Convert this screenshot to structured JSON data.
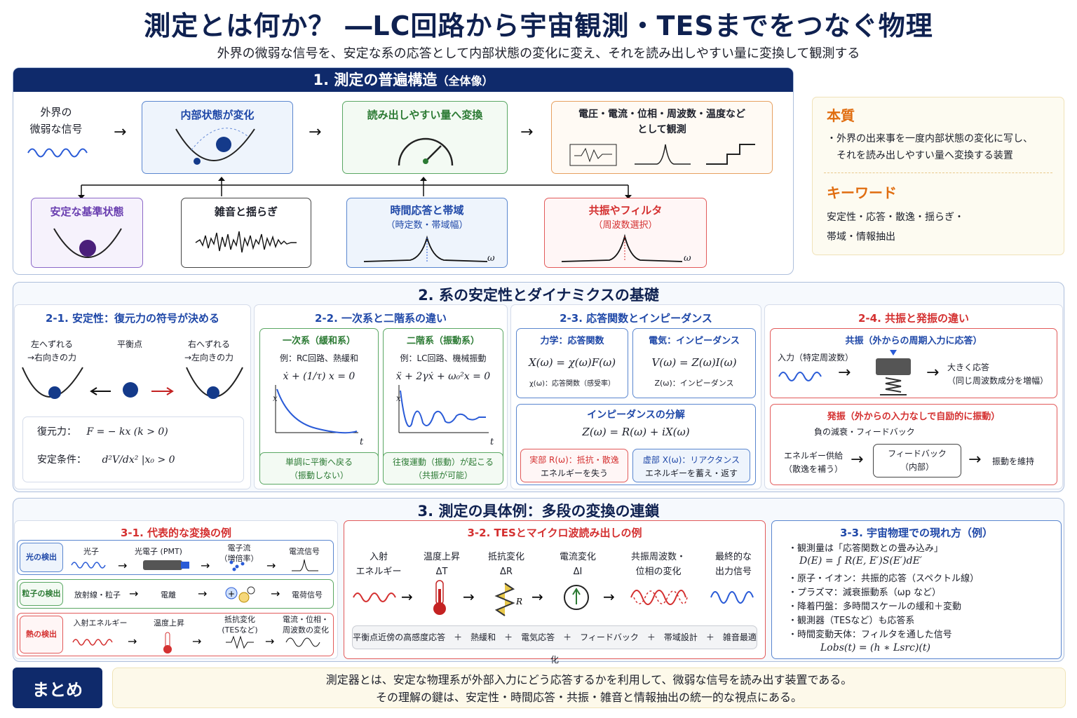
{
  "title": "測定とは何か？ ―LC回路から宇宙観測・TESまでをつなぐ物理",
  "subtitle": "外界の微弱な信号を、安定な系の応答として内部状態の変化に変え、それを読み出しやすい量に変換して観測する",
  "s1": {
    "header": "1. 測定の普遍構造",
    "header_note": "（全体像）",
    "input": "外界の\n微弱な信号",
    "internal": "内部状態が変化",
    "readout": "読み出しやすい量へ変換",
    "observe": "電圧・電流・位相・周波数・温度など\nとして観測",
    "stable": "安定な基準状態",
    "noise": "雑音と揺らぎ",
    "time": "時間応答と帯域",
    "time_sub": "（時定数・帯域幅）",
    "res": "共振やフィルタ",
    "res_sub": "（周波数選択）",
    "omega": "ω"
  },
  "essence": {
    "title": "本質",
    "text": "・外界の出来事を一度内部状態の変化に写し、\n　それを読み出しやすい量へ変換する装置",
    "kw_title": "キーワード",
    "kw": "安定性・応答・散逸・揺らぎ・\n帯域・情報抽出"
  },
  "s2": {
    "header": "2. 系の安定性とダイナミクスの基礎",
    "a": {
      "title": "2-1. 安定性：復元力の符号が決める",
      "left": "左へずれる\n→右向きの力",
      "center": "平衡点",
      "right": "右へずれる\n→左向きの力",
      "restore_label": "復元力：",
      "restore": "F = − kx (k > 0)",
      "cond_label": "安定条件：",
      "cond": "d²V/dx² |x₀ > 0"
    },
    "b": {
      "title": "2-2. 一次系と二階系の違い",
      "first": "一次系（緩和系）",
      "first_ex": "例：RC回路、熱緩和",
      "first_eq": "ẋ + (1/τ) x = 0",
      "first_note": "単調に平衡へ戻る\n（振動しない）",
      "second": "二階系（振動系）",
      "second_ex": "例：LC回路、機械振動",
      "second_eq": "ẍ + 2γẋ + ω₀²x = 0",
      "second_note": "往復運動（振動）が起こる\n（共振が可能）",
      "x": "x",
      "t": "t"
    },
    "c": {
      "title": "2-3. 応答関数とインピーダンス",
      "mech": "力学：応答関数",
      "mech_eq": "X(ω) = χ(ω)F(ω)",
      "mech_note": "χ(ω)：応答関数（感受率）",
      "elec": "電気：インピーダンス",
      "elec_eq": "V(ω) = Z(ω)I(ω)",
      "elec_note": "Z(ω)：インピーダンス",
      "decomp": "インピーダンスの分解",
      "decomp_eq": "Z(ω) = R(ω) + iX(ω)",
      "real": "実部 R(ω)：抵抗・散逸",
      "real_note": "エネルギーを失う",
      "imag": "虚部 X(ω)：リアクタンス",
      "imag_note": "エネルギーを蓄え・返す"
    },
    "d": {
      "title": "2-4. 共振と発振の違い",
      "res": "共振（外からの周期入力に応答）",
      "res_in": "入力（特定周波数）",
      "res_out": "大きく応答\n（同じ周波数成分を増幅）",
      "osc": "発振（外からの入力なしで自励的に振動）",
      "osc_sub": "負の減衰・フィードバック",
      "osc_in": "エネルギー供給\n（散逸を補う）",
      "osc_fb": "フィードバック\n（内部）",
      "osc_out": "振動を維持"
    }
  },
  "s3": {
    "header": "3. 測定の具体例：多段の変換の連鎖",
    "a": {
      "title": "3-1. 代表的な変換の例",
      "rows": [
        {
          "label": "光の検出",
          "steps": [
            "光子",
            "光電子 (PMT)",
            "電子流\n（増倍率）",
            "電流信号"
          ]
        },
        {
          "label": "粒子の検出",
          "steps": [
            "放射線・粒子",
            "電離",
            "",
            "電荷信号"
          ]
        },
        {
          "label": "熱の検出",
          "steps": [
            "入射エネルギー",
            "温度上昇",
            "抵抗変化\n(TESなど)",
            "電流・位相・\n周波数の変化"
          ]
        }
      ]
    },
    "b": {
      "title": "3-2. TESとマイクロ波読み出しの例",
      "steps": [
        "入射\nエネルギー",
        "温度上昇\nΔT",
        "抵抗変化\nΔR",
        "電流変化\nΔI",
        "共振周波数・\n位相の変化",
        "最終的な\n出力信号"
      ],
      "footer": "平衡点近傍の高感度応答　＋　熱緩和　＋　電気応答　＋　フィードバック　＋　帯域設計　＋　雑音最適化",
      "R": "R"
    },
    "c": {
      "title": "3-3. 宇宙物理での現れ方（例）",
      "items": [
        "・観測量は「応答関数との畳み込み」",
        "D(E) = ∫ R(E, E′)S(E′)dE′",
        "・原子・イオン：共振的応答（スペクトル線）",
        "・プラズマ：減衰振動系（ωp など）",
        "・降着円盤：多時間スケールの緩和＋変動",
        "・観測器（TESなど）も応答系",
        "・時間変動天体：フィルタを通した信号",
        "Lobs(t) = (h ∗ Lsrc)(t)"
      ]
    }
  },
  "summary": {
    "label": "まとめ",
    "line1": "測定器とは、安定な物理系が外部入力にどう応答するかを利用して、微弱な信号を読み出す装置である。",
    "line2": "その理解の鍵は、安定性・時間応答・共振・雑音と情報抽出の統一的な視点にある。"
  },
  "colors": {
    "navy": "#0f2a6b",
    "blue": "#1f48a8",
    "green": "#2b7a33",
    "red": "#d43030",
    "orange": "#e06d10",
    "purple": "#6a3fb0"
  }
}
